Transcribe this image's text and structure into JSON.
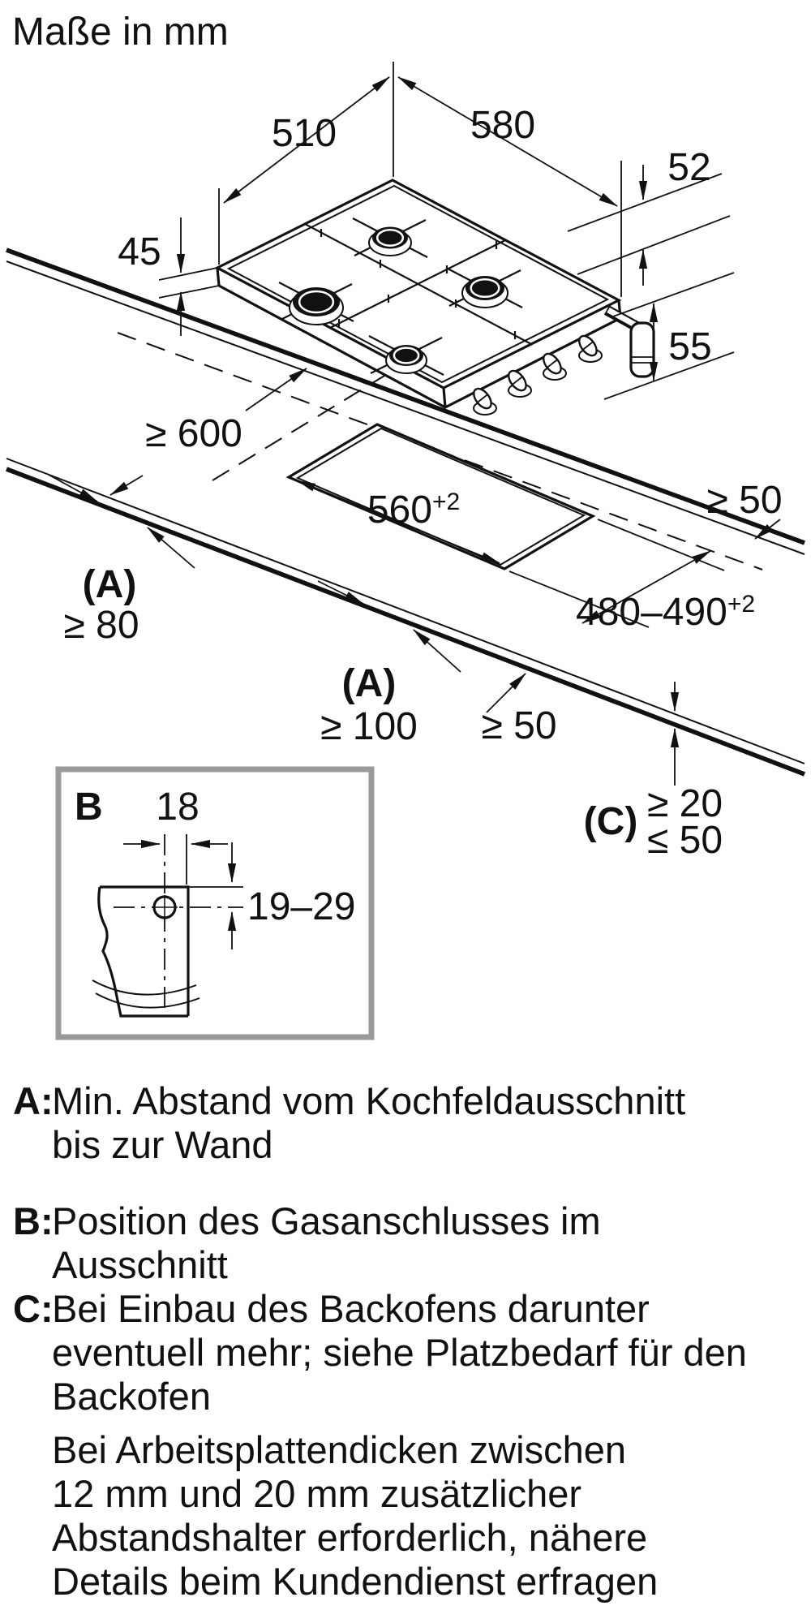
{
  "title": "Maße in mm",
  "colors": {
    "ink": "#111111",
    "detail_box_border": "#9a9a9a",
    "background": "#ffffff"
  },
  "hob_dims": {
    "depth": "510",
    "width": "580",
    "tub_depth": "52",
    "rim_height": "45",
    "below_height": "55"
  },
  "install_dims": {
    "worktop_depth": "≥ 600",
    "rear_clearance": "≥ 50",
    "cutout_width": "560",
    "cutout_width_sup": "+2",
    "cutout_depth": "480–490",
    "cutout_depth_sup": "+2",
    "a_left_label": "(A)",
    "a_left_value": "≥ 80",
    "a_front_label": "(A)",
    "a_front_value": "≥ 100",
    "front_clearance": "≥ 50",
    "c_label": "(C)",
    "c_min": "≥ 20",
    "c_max": "≤ 50"
  },
  "detail_box": {
    "label": "B",
    "hole_offset": "18",
    "hole_depth": "19–29"
  },
  "legend": [
    {
      "label": "A:",
      "text": "Min. Abstand vom Kochfeldausschnitt\nbis zur Wand"
    },
    {
      "label": "B:",
      "text": "Position des Gasanschlusses im\nAusschnitt"
    },
    {
      "label": "C:",
      "text": "Bei Einbau des Backofens darunter\neventuell mehr; siehe Platzbedarf für den\nBackofen"
    }
  ],
  "footnote": "Bei Arbeitsplattendicken zwischen\n12 mm und 20 mm zusätzlicher\nAbstandshalter erforderlich, nähere\nDetails beim Kundendienst erfragen"
}
